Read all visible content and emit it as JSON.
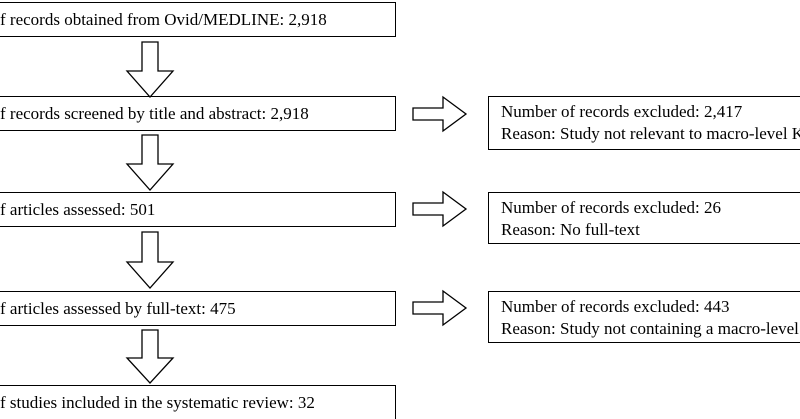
{
  "main_boxes": [
    {
      "text": "f records obtained from Ovid/MEDLINE: 2,918"
    },
    {
      "text": "f records screened by title and abstract: 2,918"
    },
    {
      "text": "f articles assessed: 501"
    },
    {
      "text": "f articles assessed by full-text: 475"
    },
    {
      "text": "f studies included in the systematic review: 32"
    }
  ],
  "exclusion_boxes": [
    {
      "count": "Number of records excluded: 2,417",
      "reason": "Reason: Study not relevant to macro-level K"
    },
    {
      "count": "Number of records excluded: 26",
      "reason": "Reason: No full-text"
    },
    {
      "count": "Number of records excluded: 443",
      "reason": "Reason: Study not containing a macro-level"
    }
  ],
  "colors": {
    "stroke": "#000000",
    "background": "#ffffff"
  },
  "icons": {
    "down_arrow": "hollow-down-arrow-icon",
    "right_arrow": "hollow-right-arrow-icon"
  }
}
